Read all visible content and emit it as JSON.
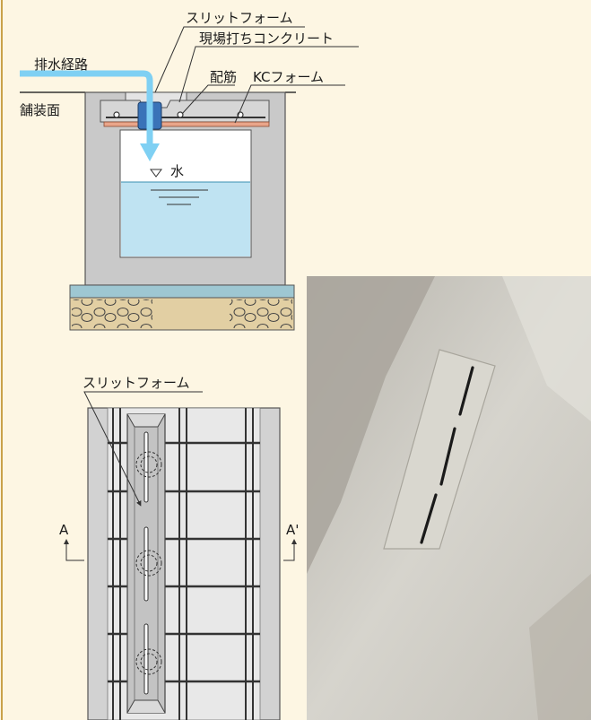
{
  "section_view": {
    "labels": {
      "slit_form": "スリットフォーム",
      "cast_concrete": "現場打ちコンクリート",
      "drain_path": "排水経路",
      "rebar": "配筋",
      "kc_form": "KCフォーム",
      "pavement": "舗装面",
      "water": "水"
    }
  },
  "plan_view": {
    "labels": {
      "slit_form": "スリットフォーム",
      "section_a": "A",
      "section_a_prime": "A'"
    }
  },
  "colors": {
    "background": "#fdf6e3",
    "concrete": "#c9c9c9",
    "water": "#bfe3f2",
    "drain_arrow": "#7fd0f3",
    "kc_form": "#e9a58a",
    "gravel_bed": "#e2cfa3",
    "base_slab": "#9ec7d2"
  }
}
